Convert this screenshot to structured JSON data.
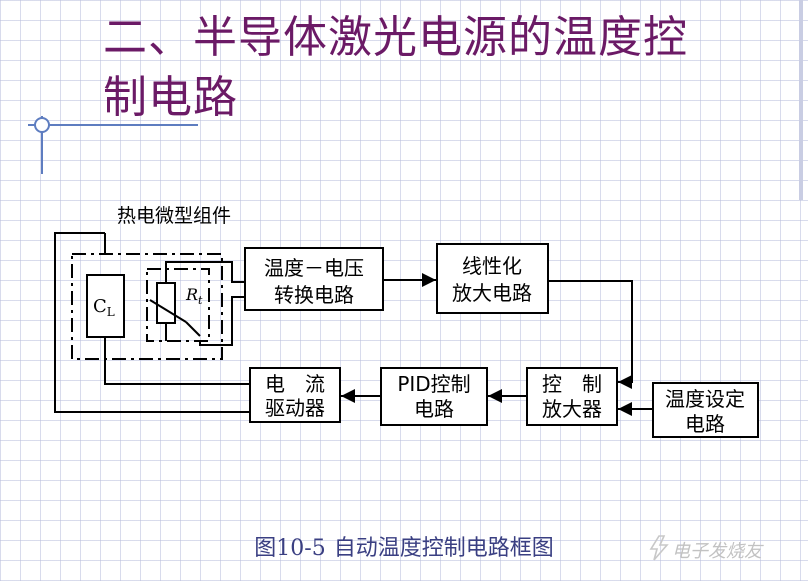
{
  "slide": {
    "title_line1": "二、半导体激光电源的温度控",
    "title_line2": "制电路"
  },
  "diagram": {
    "module_label": "热电微型组件",
    "component_cl": "C",
    "component_cl_sub": "L",
    "component_r": "R",
    "component_r_sub": "t",
    "blocks": {
      "temp_voltage": [
        "温度－电压",
        "转换电路"
      ],
      "linear_amp": [
        "线性化",
        "放大电路"
      ],
      "control_amp": [
        "控　制",
        "放大器"
      ],
      "temp_setting": [
        "温度设定",
        "电路"
      ],
      "pid": [
        "PID控制",
        "电路"
      ],
      "current_driver": [
        "电　流",
        "驱动器"
      ]
    }
  },
  "caption": {
    "figure_number": "图10-5",
    "text": "自动温度控制电路框图"
  },
  "watermark": {
    "text": "电子发烧友"
  }
}
